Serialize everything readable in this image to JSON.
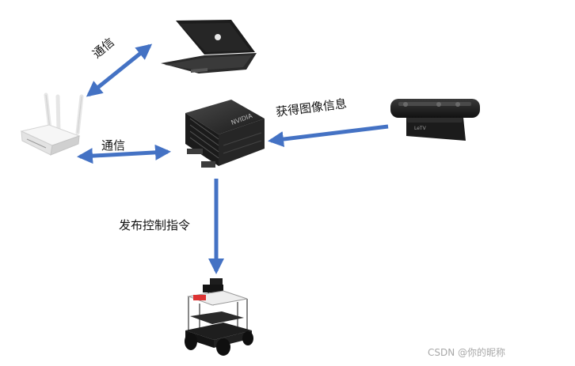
{
  "labels": {
    "laptop_router_link": "通信",
    "router_jetson_link": "通信",
    "camera_to_jetson": "获得图像信息",
    "jetson_to_robot": "发布控制指令"
  },
  "devices": {
    "camera_brand_mark": "LeTV",
    "jetson_brand_mark": "NVIDIA"
  },
  "watermark": "CSDN @你的昵称",
  "colors": {
    "arrow": "#4472c4",
    "device_dark": "#1e1e1e",
    "router_body": "#f2f2f2"
  },
  "icons": [
    "laptop-icon",
    "router-icon",
    "jetson-module-icon",
    "depth-camera-icon",
    "robot-car-icon"
  ]
}
